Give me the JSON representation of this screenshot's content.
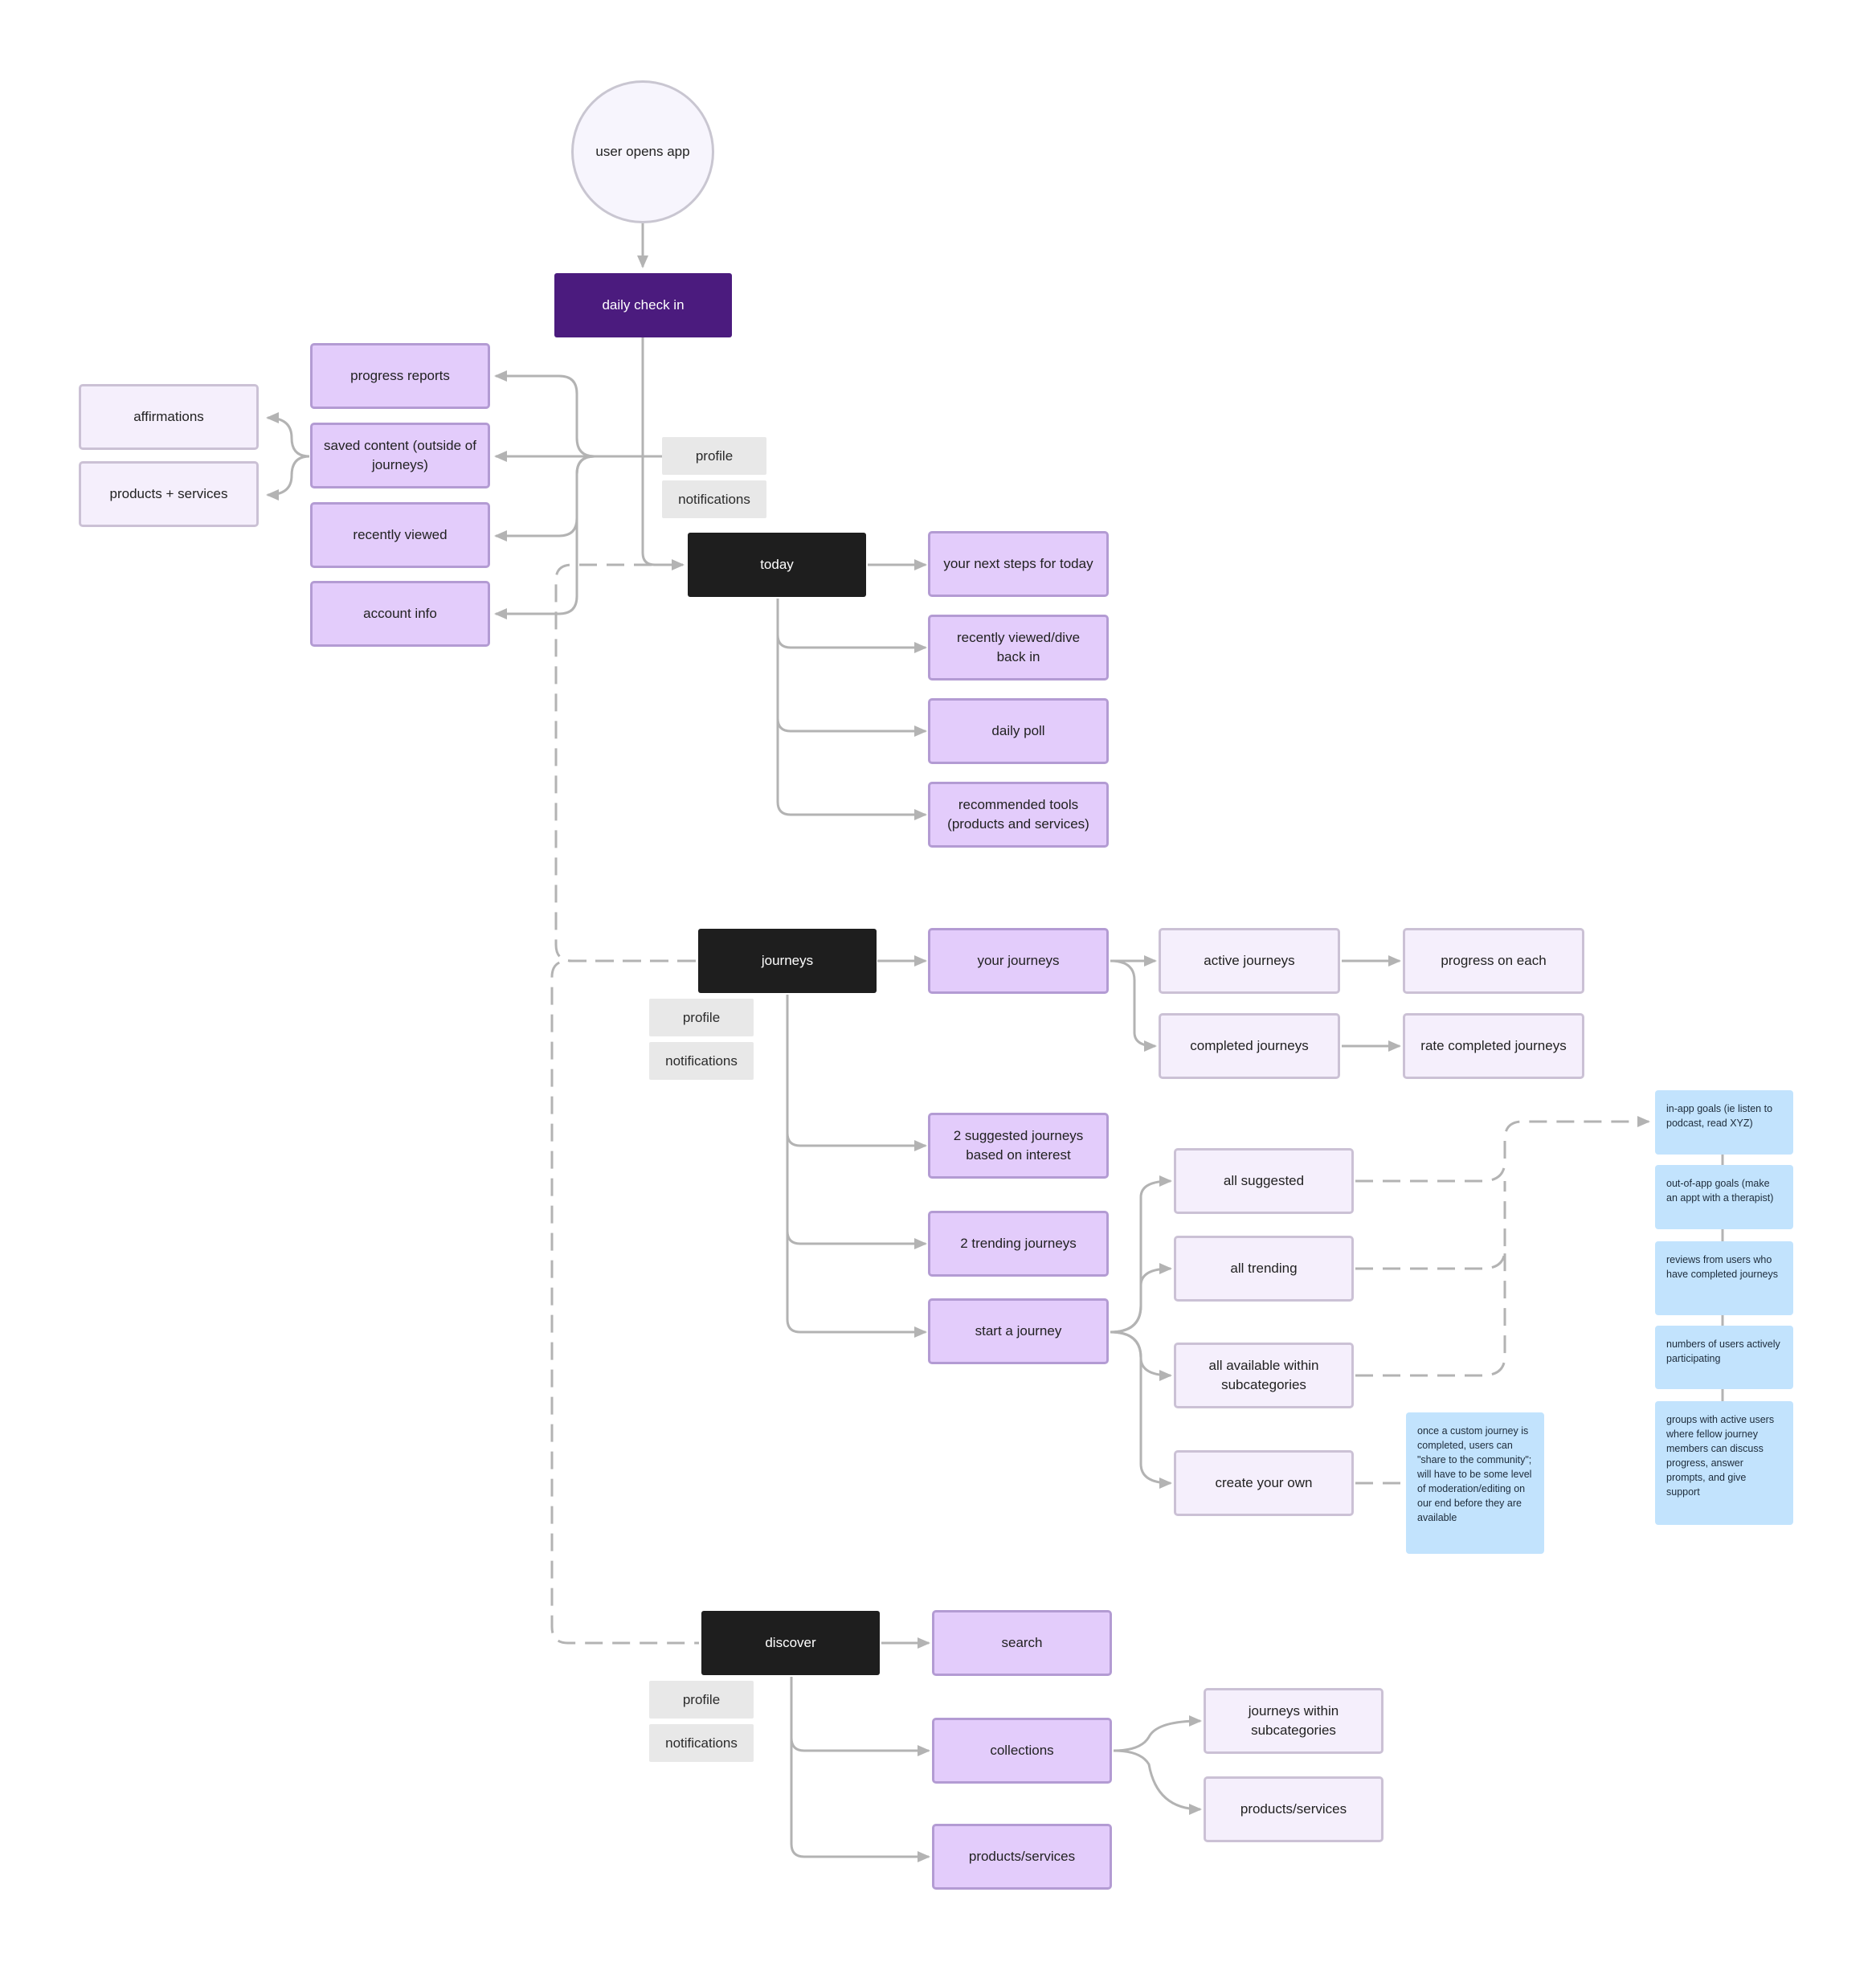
{
  "colors": {
    "connector": "#b3b3b3",
    "primary_node": "#4b1b7e",
    "section_node": "#1e1e1e",
    "feature_node": "#e3ccfb",
    "subfeature_node": "#f5effc",
    "tag_node": "#e8e8e8",
    "note_node": "#c2e3fd"
  },
  "start": {
    "label": "user opens app"
  },
  "check_in": {
    "label": "daily check in"
  },
  "profile_menu": {
    "items": [
      {
        "label": "progress reports"
      },
      {
        "label": "saved content (outside of journeys)"
      },
      {
        "label": "recently viewed"
      },
      {
        "label": "account info"
      }
    ],
    "saved_children": [
      {
        "label": "affirmations"
      },
      {
        "label": "products + services"
      }
    ]
  },
  "tags": {
    "profile": "profile",
    "notifications": "notifications"
  },
  "today": {
    "label": "today",
    "items": [
      {
        "label": "your next steps for today"
      },
      {
        "label": "recently viewed/dive back in"
      },
      {
        "label": "daily poll"
      },
      {
        "label": "recommended tools (products and services)"
      }
    ]
  },
  "journeys": {
    "label": "journeys",
    "your_journeys": {
      "label": "your journeys"
    },
    "active": {
      "label": "active journeys"
    },
    "progress": {
      "label": "progress on each"
    },
    "completed": {
      "label": "completed journeys"
    },
    "rate": {
      "label": "rate completed journeys"
    },
    "suggested": {
      "label": "2 suggested journeys based on interest"
    },
    "trending": {
      "label": "2 trending journeys"
    },
    "start": {
      "label": "start a journey"
    },
    "all_suggested": {
      "label": "all suggested"
    },
    "all_trending": {
      "label": "all trending"
    },
    "all_available": {
      "label": "all available within subcategories"
    },
    "create_own": {
      "label": "create your own"
    },
    "custom_note": "once a custom journey is completed, users can \"share to the community\"; will have to be some level of moderation/editing on our end before they are available",
    "detail_notes": [
      "in-app goals (ie listen to podcast, read XYZ)",
      "out-of-app goals (make an appt with a therapist)",
      "reviews from users who have completed journeys",
      "numbers of users actively participating",
      "groups with active users where fellow journey members can discuss progress, answer prompts, and give support"
    ]
  },
  "discover": {
    "label": "discover",
    "search": {
      "label": "search"
    },
    "collections": {
      "label": "collections"
    },
    "products": {
      "label": "products/services"
    },
    "collections_children": [
      {
        "label": "journeys within subcategories"
      },
      {
        "label": "products/services"
      }
    ]
  }
}
